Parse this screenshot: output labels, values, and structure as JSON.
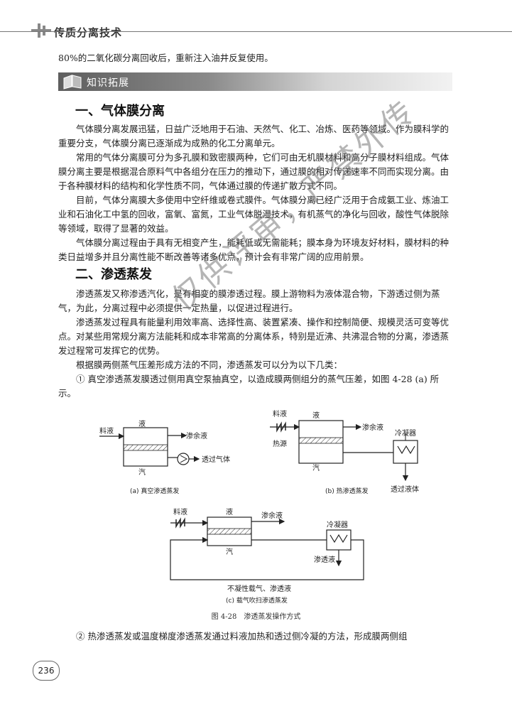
{
  "header": {
    "title": "传质分离技术",
    "page_number": "236"
  },
  "intro_line": "80%的二氧化碳分离回收后，重新注入油井反复使用。",
  "banner": {
    "label": "知识拓展"
  },
  "section1": {
    "heading": "一、气体膜分离",
    "paragraphs": [
      "气体膜分离发展迅猛，日益广泛地用于石油、天然气、化工、冶炼、医药等领域。作为膜科学的重要分支，气体膜分离已逐渐成为成熟的化工分离单元。",
      "常用的气体分离膜可分为多孔膜和致密膜两种，它们可由无机膜材料和高分子膜材料组成。气体膜分离主要是根据混合原料气中各组分在压力的推动下，通过膜的相对传递速率不同而实现分离。由于各种膜材料的结构和化学性质不同，气体通过膜的传递扩散方式不同。",
      "目前，气体分离膜大多使用中空纤维或卷式膜件。气体膜分离已经广泛用于合成氨工业、炼油工业和石油化工中氢的回收，富氧、富氮，工业气体脱湿技术，有机蒸气的净化与回收，酸性气体脱除等领域，取得了显著的效益。",
      "气体膜分离过程由于具有无相变产生，能耗低或无需能耗；膜本身为环境友好材料，膜材料的种类日益增多并且分离性能不断改善等诸多优点，预计会有非常广阔的应用前景。"
    ]
  },
  "section2": {
    "heading": "二、渗透蒸发",
    "paragraphs": [
      "渗透蒸发又称渗透汽化，是有相变的膜渗透过程。膜上游物料为液体混合物，下游透过侧为蒸气，为此，分离过程中必须提供一定热量，以促进过程进行。",
      "渗透蒸发过程具有能量利用效率高、选择性高、装置紧凑、操作和控制简便、规模灵活可变等优点。对某些用常规分离方法能耗和成本非常高的分离体系，特别是近沸、共沸混合物的分离，渗透蒸发过程常可发挥它的优势。",
      "根据膜两侧蒸气压差形成方法的不同，渗透蒸发可以分为以下几类：",
      "① 真空渗透蒸发膜透过侧用真空泵抽真空，以造成膜两侧组分的蒸气压差，如图 4-28 (a) 所示。"
    ]
  },
  "figure": {
    "a": {
      "feed": "料液",
      "liquid": "液",
      "retentate": "渗余液",
      "vapor": "汽",
      "permeate_gas": "透过气体",
      "caption": "(a) 真空渗透蒸发"
    },
    "b": {
      "feed": "料液",
      "liquid": "液",
      "retentate": "渗余液",
      "heat": "热源",
      "vapor": "汽",
      "condenser": "冷凝器",
      "permeate_liquid": "透过液体",
      "caption": "(b) 热渗透蒸发"
    },
    "c": {
      "feed": "料液",
      "liquid": "液",
      "retentate": "渗余液",
      "vapor": "汽",
      "condenser": "冷凝器",
      "permeate": "渗透液",
      "carrier": "不凝性载气、渗透液",
      "caption": "(c) 载气吹扫渗透蒸发"
    },
    "caption": "图 4-28　渗透蒸发操作方式"
  },
  "closing": "② 热渗透蒸发或温度梯度渗透蒸发通过料液加热和透过侧冷凝的方法，形成膜两侧组",
  "watermark": "仅供评审，严禁外传"
}
